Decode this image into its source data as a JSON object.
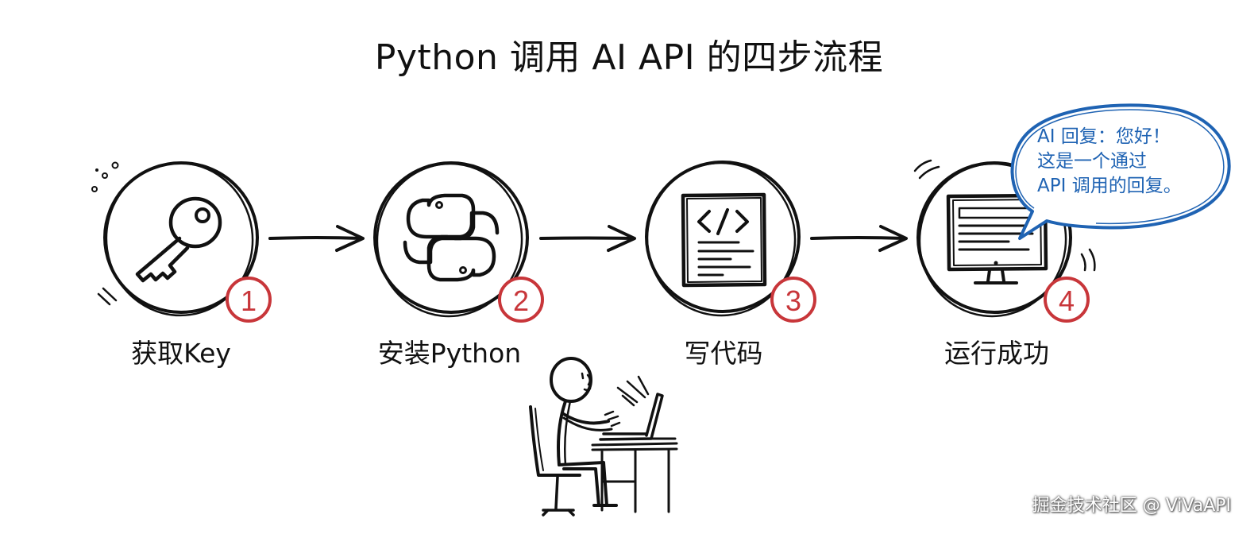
{
  "title": "Python 调用 AI API 的四步流程",
  "steps": [
    {
      "number": "1",
      "label": "获取Key",
      "icon": "key-icon"
    },
    {
      "number": "2",
      "label": "安装Python",
      "icon": "python-logo-icon"
    },
    {
      "number": "3",
      "label": "写代码",
      "icon": "code-document-icon"
    },
    {
      "number": "4",
      "label": "运行成功",
      "icon": "monitor-icon"
    }
  ],
  "speech_bubble": {
    "lines": [
      "AI 回复：您好！",
      "这是一个通过",
      "API 调用的回复。"
    ]
  },
  "illustration": "person-typing-on-laptop",
  "watermark": "掘金技术社区 @ ViVaAPI",
  "colors": {
    "ink": "#111111",
    "badge": "#c8363a",
    "bubble": "#1f63b3",
    "background": "#ffffff"
  }
}
